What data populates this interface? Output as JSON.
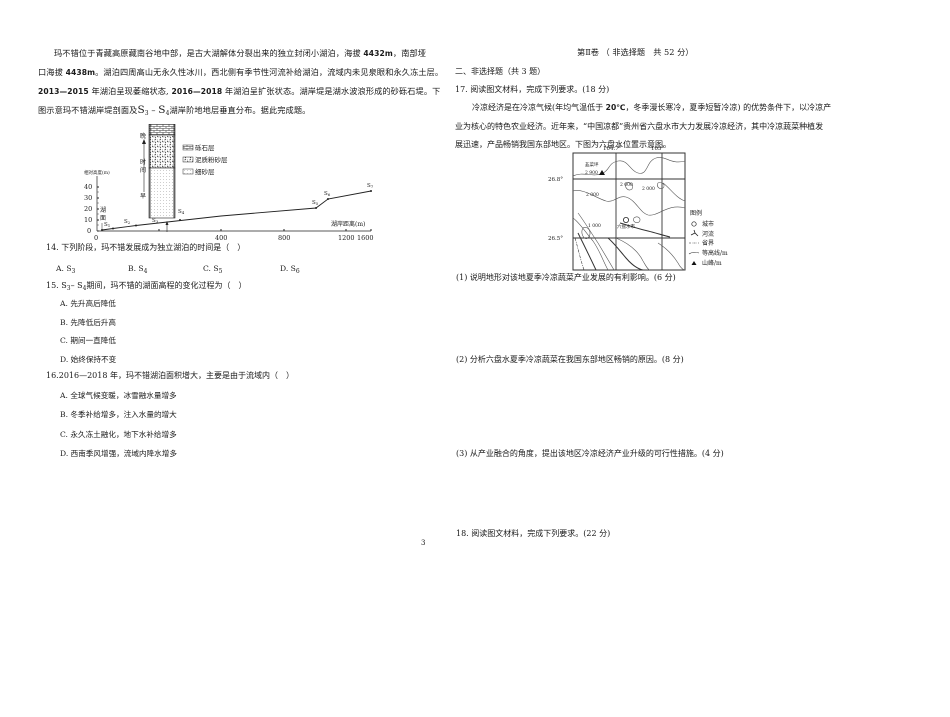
{
  "page_number": "3",
  "left_column": {
    "passage": {
      "line1": "玛不错位于青藏高原藏南谷地中部，是古大湖解体分裂出来的独立封闭小湖泊，海拔",
      "line1_num": "4432m",
      "line1_tail": "，南部垭",
      "line2_head": "口海拔",
      "line2_num": "4438m",
      "line2_tail": "。湖泊四周高山无永久性冰川，西北侧有季节性河流补给湖泊，流域内未见泉眼和永久冻土层。",
      "line3_y1": "2013—2015",
      "line3_a": " 年湖泊呈现萎缩状态, ",
      "line3_y2": "2016—2018",
      "line3_b": " 年湖泊呈扩张状态。湖岸堤是湖水波浪形成的砂砾石堤。下",
      "line4_head": "图示意玛不错湖岸堤剖面及",
      "line4_s1": "S",
      "line4_sub1": "3",
      "line4_dash": " – ",
      "line4_s2": "S",
      "line4_sub2": "4",
      "line4_tail": "湖岸阶地地层垂直分布。据此完成题。"
    },
    "figure": {
      "strata_legend": [
        {
          "label": "砾石层",
          "pattern": "brick"
        },
        {
          "label": "泥质粉砂层",
          "pattern": "speckle"
        },
        {
          "label": "细砂层",
          "pattern": "dots"
        }
      ],
      "time_axis": {
        "late": "晚",
        "label1": "时",
        "label2": "间",
        "early": "早"
      },
      "lake_label": [
        "湖",
        "面"
      ]
    },
    "questions": [
      {
        "number": "14.",
        "stem": "下列阶段，玛不错发展成为独立湖泊的时间是（　）",
        "options": [
          {
            "key": "A.",
            "text": "S",
            "sub": "3"
          },
          {
            "key": "B.",
            "text": "S",
            "sub": "4"
          },
          {
            "key": "C.",
            "text": "S",
            "sub": "5"
          },
          {
            "key": "D.",
            "text": "S",
            "sub": "6"
          }
        ]
      },
      {
        "number": "15.",
        "stem_s1": "S",
        "stem_sub1": "3",
        "stem_dash": "– ",
        "stem_s2": "S",
        "stem_sub2": "4",
        "stem": "期间，玛不错的湖面高程的变化过程为（　）",
        "options": [
          {
            "key": "A.",
            "text": "先升高后降低"
          },
          {
            "key": "B.",
            "text": "先降低后升高"
          },
          {
            "key": "C.",
            "text": "期间一直降低"
          },
          {
            "key": "D.",
            "text": "始终保持不变"
          }
        ]
      },
      {
        "number": "16.",
        "stem": "2016—2018 年，玛不错湖泊面积增大，主要是由于流域内（　）",
        "options": [
          {
            "key": "A.",
            "text": "全球气候变暖，冰雪融水量增多"
          },
          {
            "key": "B.",
            "text": "冬季补给增多，注入水量的增大"
          },
          {
            "key": "C.",
            "text": "永久冻土融化，地下水补给增多"
          },
          {
            "key": "D.",
            "text": "西南季风增强，流域内降水增多"
          }
        ]
      }
    ]
  },
  "right_column": {
    "section_title": "第Ⅱ卷 （ 非选择题　共 52 分）",
    "part_heading": "二、非选择题（共 3 题）",
    "q17": {
      "heading": "17. 阅读图文材料，完成下列要求。(18 分)",
      "para_line1_a": "冷凉经济是在冷凉气候(年均气温低于 ",
      "para_line1_temp": "20℃",
      "para_line1_b": "，冬季漫长寒冷，夏季短暂冷凉) 的优势条件下，以冷凉产",
      "para_line2": "业为核心的特色农业经济。近年来，“中国凉都”贵州省六盘水市大力发展冷凉经济，其中冷凉蔬菜种植发",
      "para_line3": "展迅速，产品畅销我国东部地区。下图为六盘水位置示意图。",
      "map": {
        "lon_labels": [
          "104.7°",
          "105°"
        ],
        "lat_labels": [
          "26.8°",
          "26.5°"
        ],
        "peak_name": "韭菜坪",
        "peak_elev": "2 900",
        "contour_labels": [
          "2 000",
          "2 000",
          "2 000",
          "1 000"
        ],
        "city_name": "六盘水市",
        "legend_title": "图例",
        "legend": [
          {
            "symbol": "circle",
            "label": "城市"
          },
          {
            "symbol": "river",
            "label": "河流"
          },
          {
            "symbol": "dashdot",
            "label": "省界"
          },
          {
            "symbol": "contour",
            "label": "等高线/m"
          },
          {
            "symbol": "triangle",
            "label": "山峰/m"
          }
        ]
      },
      "sub_questions": [
        "(1) 说明地形对该地夏季冷凉蔬菜产业发展的有利影响。(6 分)",
        "(2) 分析六盘水夏季冷凉蔬菜在我国东部地区畅销的原因。(8 分)",
        "(3) 从产业融合的角度，提出该地区冷凉经济产业升级的可行性措施。(4 分)"
      ]
    },
    "q18": {
      "heading": "18. 阅读图文材料，完成下列要求。(22 分)"
    }
  },
  "chart_data": {
    "type": "line",
    "title": "玛不错湖岸堤剖面及S3–S4湖岸阶地地层垂直分布",
    "xlabel": "湖岸距离(m)",
    "ylabel": "相对高度(m)",
    "xlim": [
      0,
      1600
    ],
    "ylim": [
      0,
      40
    ],
    "x_ticks": [
      "0",
      "400",
      "800",
      "1200",
      "1600"
    ],
    "y_ticks": [
      "0",
      "10",
      "20",
      "30",
      "40"
    ],
    "series": [
      {
        "name": "湖岸阶地",
        "points": [
          {
            "label": "S1",
            "x": 20,
            "y": 1
          },
          {
            "label": "S2",
            "x": 80,
            "y": 3
          },
          {
            "label": "S3",
            "x": 230,
            "y": 5
          },
          {
            "label": "S4",
            "x": 400,
            "y": 14
          },
          {
            "label": "S5",
            "x": 1010,
            "y": 20
          },
          {
            "label": "S6",
            "x": 1080,
            "y": 29
          },
          {
            "label": "S7",
            "x": 1600,
            "y": 35
          }
        ]
      }
    ],
    "annotations": [
      "湖面",
      "砾石层",
      "泥质粉砂层",
      "细砂层",
      "晚",
      "时间",
      "早"
    ],
    "grid": false
  }
}
